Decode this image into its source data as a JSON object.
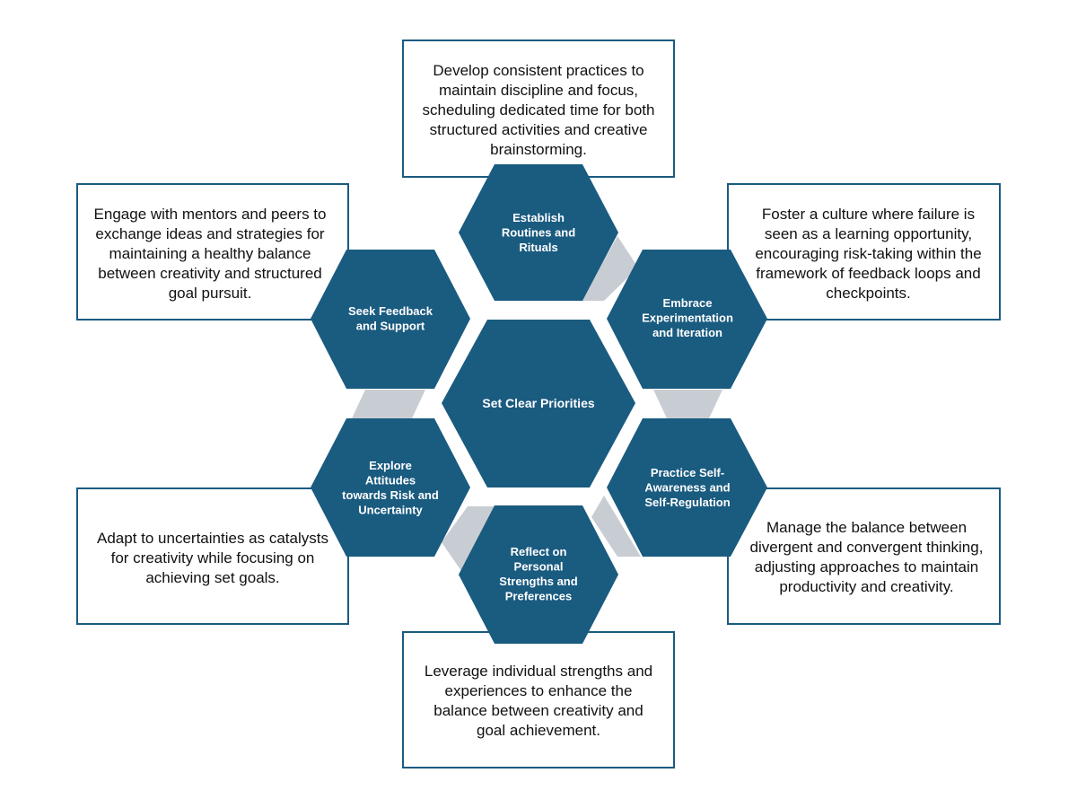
{
  "center": {
    "label": "Set Clear Priorities"
  },
  "nodes": {
    "top": {
      "label_lines": [
        "Establish",
        "Routines and",
        "Rituals"
      ]
    },
    "top_right": {
      "label_lines": [
        "Embrace",
        "Experimentation",
        "and Iteration"
      ]
    },
    "bottom_right": {
      "label_lines": [
        "Practice Self-",
        "Awareness and",
        "Self-Regulation"
      ]
    },
    "bottom": {
      "label_lines": [
        "Reflect on",
        "Personal",
        "Strengths and",
        "Preferences"
      ]
    },
    "bottom_left": {
      "label_lines": [
        "Explore",
        "Attitudes",
        "towards Risk and",
        "Uncertainty"
      ]
    },
    "top_left": {
      "label_lines": [
        "Seek Feedback",
        "and Support"
      ]
    }
  },
  "descriptions": {
    "top": [
      "Develop consistent practices to",
      "maintain discipline and focus,",
      "scheduling dedicated time for both",
      "structured activities and creative",
      "brainstorming."
    ],
    "top_right": [
      "Foster a culture where failure is",
      "seen as a learning opportunity,",
      "encouraging risk-taking within the",
      "framework of feedback loops and",
      "checkpoints."
    ],
    "bottom_right": [
      "Manage the balance between",
      "divergent and convergent thinking,",
      "adjusting approaches to maintain",
      "productivity and creativity."
    ],
    "bottom": [
      "Leverage individual strengths and",
      "experiences to enhance the",
      "balance between creativity and",
      "goal achievement."
    ],
    "bottom_left": [
      "Adapt to uncertainties as catalysts",
      "for creativity while focusing on",
      "achieving set goals."
    ],
    "top_left": [
      "Engage with mentors and peers to",
      "exchange ideas and strategies for",
      "maintaining a healthy balance",
      "between creativity and structured",
      "goal pursuit."
    ]
  },
  "colors": {
    "hexagon_fill": "#1a5b80",
    "box_border": "#1a5b80",
    "connector_fill": "#c8cdd3",
    "label_text": "#ffffff",
    "description_text": "#111111"
  }
}
